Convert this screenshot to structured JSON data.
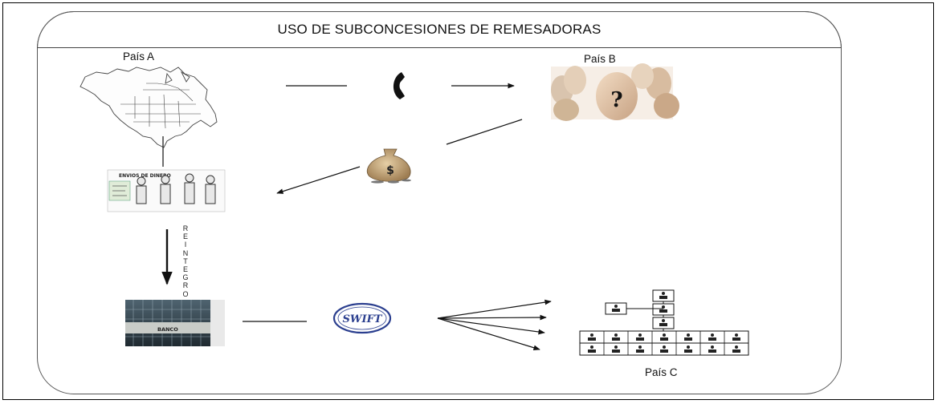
{
  "title": "USO DE SUBCONCESIONES DE REMESADORAS",
  "nodes": {
    "country_a": "País A",
    "country_b": "País B",
    "country_c": "País C"
  },
  "reintegro": [
    "R",
    "E",
    "I",
    "N",
    "T",
    "E",
    "G",
    "R",
    "O"
  ],
  "swift_text": "SWIFT",
  "bank_sign": "BANCO",
  "poster_text": "ENVIOS DE DINERO",
  "question_mark": "?",
  "dollar_sign": "$",
  "icons": {
    "phone": "telephone-handset-icon",
    "money": "money-bag-icon",
    "people": "unknown-person-icon",
    "map": "north-america-map-icon",
    "bank": "bank-building-icon",
    "swift": "swift-logo-icon",
    "org": "org-chart-icon"
  },
  "colors": {
    "line": "#111111",
    "swift_blue": "#2b3f8f",
    "bank_glass": "#2d3a42",
    "bag": "#c9a878"
  }
}
